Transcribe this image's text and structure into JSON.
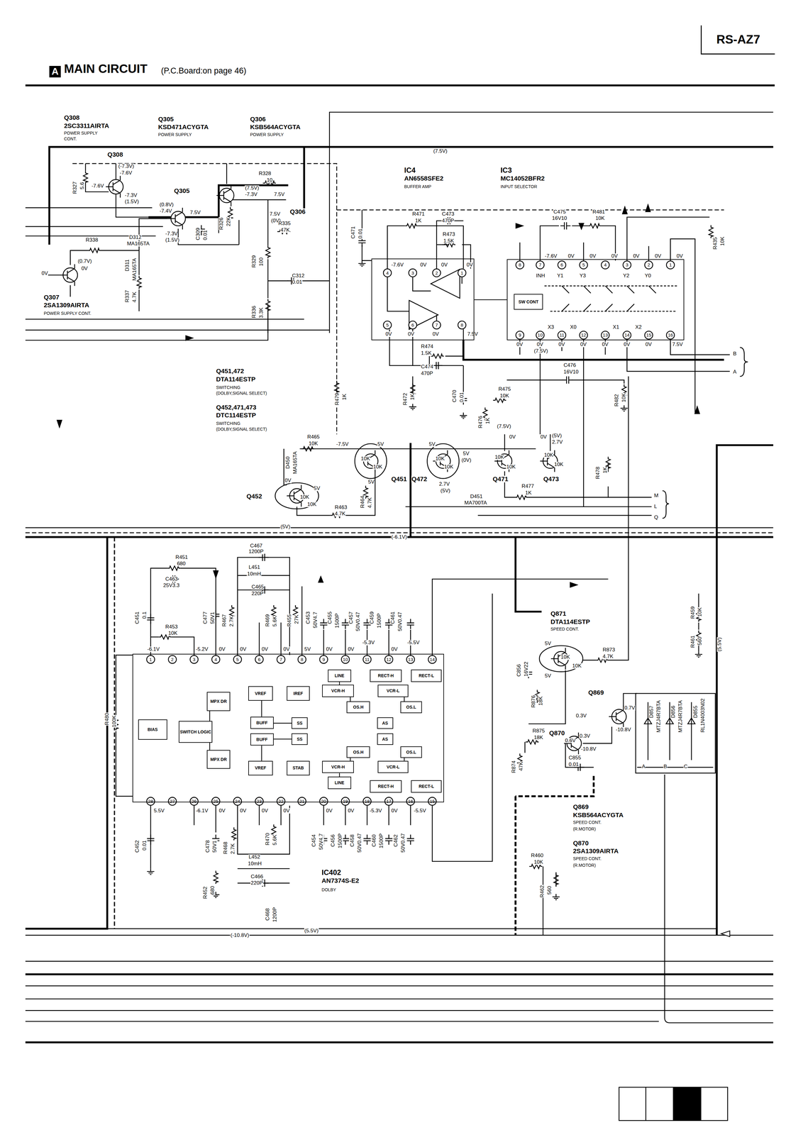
{
  "diagram": {
    "title": "MAIN CIRCUIT",
    "nodes": [
      {
        "text": [
          "A"
        ]
      },
      {
        "text": [
          "RS-AZ7"
        ]
      },
      {
        "text": [
          "IC4",
          "AN6558SFE2",
          "BUFFER AMP"
        ]
      },
      {
        "text": [
          "IC3",
          "MC14052BFR2",
          "INPUT SELECTOR"
        ]
      },
      {
        "text": [
          "SW CONT"
        ],
        "in": 3
      },
      {
        "text": [
          "IC402",
          "AN7374S-E2",
          "DOLBY"
        ]
      },
      {
        "text": [
          "BIAS"
        ],
        "in": 5
      },
      {
        "text": [
          "SWITCH LOGIC"
        ],
        "in": 5
      },
      {
        "text": [
          "MPX DR"
        ],
        "in": 5
      },
      {
        "text": [
          "MPX DR"
        ],
        "in": 5
      },
      {
        "text": [
          "VREF"
        ],
        "in": 5
      },
      {
        "text": [
          "IREF"
        ],
        "in": 5
      },
      {
        "text": [
          "LINE"
        ],
        "in": 5
      },
      {
        "text": [
          "RECT-H"
        ],
        "in": 5
      },
      {
        "text": [
          "RECT-L"
        ],
        "in": 5
      },
      {
        "text": [
          "VCR-H"
        ],
        "in": 5
      },
      {
        "text": [
          "VCR-L"
        ],
        "in": 5
      },
      {
        "text": [
          "OS.H"
        ],
        "in": 5
      },
      {
        "text": [
          "OS.L"
        ],
        "in": 5
      },
      {
        "text": [
          "BUFF"
        ],
        "in": 5
      },
      {
        "text": [
          "SS"
        ],
        "in": 5
      },
      {
        "text": [
          "AS"
        ],
        "in": 5
      },
      {
        "text": [
          "BUFF"
        ],
        "in": 5
      },
      {
        "text": [
          "SS"
        ],
        "in": 5
      },
      {
        "text": [
          "AS"
        ],
        "in": 5
      },
      {
        "text": [
          "OS.H"
        ],
        "in": 5
      },
      {
        "text": [
          "OS.L"
        ],
        "in": 5
      },
      {
        "text": [
          "VREF"
        ],
        "in": 5
      },
      {
        "text": [
          "STAB"
        ],
        "in": 5
      },
      {
        "text": [
          "VCR-H"
        ],
        "in": 5
      },
      {
        "text": [
          "VCR-L"
        ],
        "in": 5
      },
      {
        "text": [
          "LINE"
        ],
        "in": 5
      },
      {
        "text": [
          "RECT-H"
        ],
        "in": 5
      },
      {
        "text": [
          "RECT-L"
        ],
        "in": 5
      }
    ],
    "edges": [
      {
        "from": 2,
        "to": 3,
        "arrow": "none"
      },
      {
        "from": 7,
        "to": 8,
        "arrow": "none"
      },
      {
        "from": 7,
        "to": 9,
        "arrow": "none"
      },
      {
        "from": 10,
        "to": 19,
        "arrow": "none"
      },
      {
        "from": 27,
        "to": 22,
        "arrow": "none"
      },
      {
        "from": 19,
        "to": 20,
        "arrow": "none"
      },
      {
        "from": 22,
        "to": 23,
        "arrow": "none"
      },
      {
        "from": 12,
        "to": 15,
        "arrow": "none"
      },
      {
        "from": 15,
        "to": 17,
        "arrow": "none"
      },
      {
        "from": 16,
        "to": 18,
        "arrow": "none"
      },
      {
        "from": 31,
        "to": 29,
        "arrow": "none"
      },
      {
        "from": 29,
        "to": 25,
        "arrow": "none"
      },
      {
        "from": 30,
        "to": 26,
        "arrow": "none"
      }
    ],
    "labels": [
      "(P.C.Board:on page 46)",
      "Q308",
      "2SC3311AIRTA",
      "POWER SUPPLY",
      "CONT.",
      "Q305",
      "KSD471ACYGTA",
      "POWER SUPPLY",
      "Q306",
      "KSB564ACYGTA",
      "POWER SUPPLY",
      "Q308",
      "(-7.3V)",
      "-7.6V",
      "-7.6V",
      "R327",
      "5.6",
      "-7.3V",
      "(1.5V)",
      "Q305",
      "(0.8V)",
      "-7.4V",
      "7.5V",
      "-7.3V",
      "(1.5V)",
      "C309",
      "0.01",
      "R326",
      "22K",
      "R328",
      "10",
      "(7.5V)",
      "-7.3V",
      "7.5V",
      "7.5V",
      "(0V)",
      "Q306",
      "R335",
      "47K",
      "R329",
      "100",
      "C312",
      "0.01",
      "R336",
      "3.3K",
      "R338",
      "D312",
      "MA165TA",
      "(0.7V)",
      "0V",
      "0V",
      "D311",
      "MA165TA",
      "R337",
      "4.7K",
      "Q307",
      "2SA1309AIRTA",
      "POWER SUPPLY CONT.",
      "(7.5V)",
      "C471",
      "0.01",
      "R471",
      "1K",
      "C473",
      "470P",
      "R473",
      "1.5K",
      "4",
      "3",
      "2",
      "1",
      "-7.6V",
      "0V",
      "0V",
      "0V",
      "5",
      "6",
      "7",
      "8",
      "0V",
      "0V",
      "0V",
      "7.5V",
      "R474",
      "1.5K",
      "C474",
      "470P",
      "R472",
      "1K",
      "C470",
      "0.01",
      "R475",
      "10K",
      "R476",
      "1K",
      "(7.5V)",
      "C475",
      "16V10",
      "R481",
      "10K",
      "R435",
      "10K",
      "8",
      "7",
      "6",
      "5",
      "4",
      "3",
      "2",
      "1",
      "-7.6V",
      "0V",
      "0V",
      "0V",
      "0V",
      "0V",
      "0V",
      "INH",
      "Y1",
      "Y3",
      "Y2",
      "Y0",
      "9",
      "10",
      "11",
      "12",
      "13",
      "14",
      "15",
      "16",
      "X3",
      "X0",
      "X1",
      "X2",
      "0V",
      "0V",
      "(7.5V)",
      "0V",
      "0V",
      "0V",
      "0V",
      "0V",
      "7.5V",
      "C476",
      "16V10",
      "R482",
      "10K",
      "B",
      "A",
      "Q451,472",
      "DTA114ESTP",
      "SWITCHING",
      "(DOLBY,SIGNAL SELECT)",
      "Q452,471,473",
      "DTC114ESTP",
      "SWITCHING",
      "(DOLBY,SIGNAL SELECT)",
      "R479",
      "1K",
      "R465",
      "10K",
      "-7.5V",
      "5V",
      "5V",
      "D450",
      "MA165TA",
      "10K",
      "10K",
      "Q451",
      "10K",
      "10K",
      "Q472",
      "5V",
      "(0V)",
      "2.7V",
      "(5V)",
      "0V",
      "10K",
      "10K",
      "Q471",
      "0V",
      "(5V)",
      "2.7V",
      "10K",
      "10K",
      "Q473",
      "R478",
      "1K",
      "R477",
      "1K",
      "D451",
      "MA700TA",
      "5V",
      "R464",
      "4.7K",
      "R463",
      "4.7K",
      "0V",
      "5V",
      "10K",
      "10K",
      "Q452",
      "M",
      "L",
      "Q",
      "(5V)",
      "(-6.1V)",
      "C467",
      "1200P",
      "L451",
      "10mH",
      "C465",
      "220P",
      "R451",
      "680",
      "C463",
      "25V3.3",
      "C451",
      "0.1",
      "R453",
      "10K",
      "C477",
      "50V1",
      "R467",
      "2.7K",
      "R469",
      "5.6K",
      "R455",
      "27K",
      "C453",
      "50V4.7",
      "C455",
      "1500P",
      "C457",
      "50V0.47",
      "C459",
      "1500P",
      "C461",
      "50V0.47",
      "-6.1V",
      "-5.2V",
      "0V",
      "0V",
      "0V",
      "0V",
      "5V",
      "0V",
      "0V",
      "-5.3V",
      "0V",
      "-5.5V",
      "1",
      "2",
      "3",
      "4",
      "5",
      "6",
      "7",
      "8",
      "9",
      "10",
      "11",
      "12",
      "13",
      "14",
      "28",
      "27",
      "26",
      "25",
      "24",
      "23",
      "22",
      "21",
      "20",
      "19",
      "18",
      "17",
      "16",
      "15",
      "5.5V",
      "-6.1V",
      "0V",
      "0V",
      "0V",
      "0V",
      "0V",
      "0V",
      "-5.3V",
      "0V",
      "-5.5V",
      "R480",
      "100K",
      "C452",
      "0.01",
      "C478",
      "50V1",
      "R468",
      "2.7K",
      "R452",
      "680",
      "R470",
      "5.6K",
      "L452",
      "10mH",
      "C466",
      "220P",
      "C468",
      "1200P",
      "C454",
      "50V4.7",
      "C456",
      "1500P",
      "C458",
      "50V0.47",
      "C460",
      "1500P",
      "C462",
      "50V0.47",
      "(-10.8V)",
      "(5.5V)",
      "Q871",
      "DTA114ESTP",
      "SPEED CONT.",
      "5V",
      "5V",
      "10K",
      "10K",
      "R873",
      "4.7K",
      "C856",
      "16V22",
      "R876",
      "18K",
      "Q869",
      "0.3V",
      "0.7V",
      "-10.8V",
      "Q870",
      "0.3V",
      "0.6V",
      "-10.8V",
      "R875",
      "18K",
      "C855",
      "0.01",
      "R874",
      "47K",
      "D857",
      "MTZJ4R7BTA",
      "D856",
      "MTZJ4R7BTA",
      "D855",
      "RL1N4003N02",
      "A",
      "B",
      "C",
      "Q869",
      "KSB564ACYGTA",
      "SPEED CONT.",
      "(R.MOTOR)",
      "Q870",
      "2SA1309AIRTA",
      "SPEED CONT.",
      "(R.MOTOR)",
      "R460",
      "10K",
      "R462",
      "560",
      "R459",
      "10K",
      "R461",
      "560",
      "(5.5V)"
    ]
  }
}
